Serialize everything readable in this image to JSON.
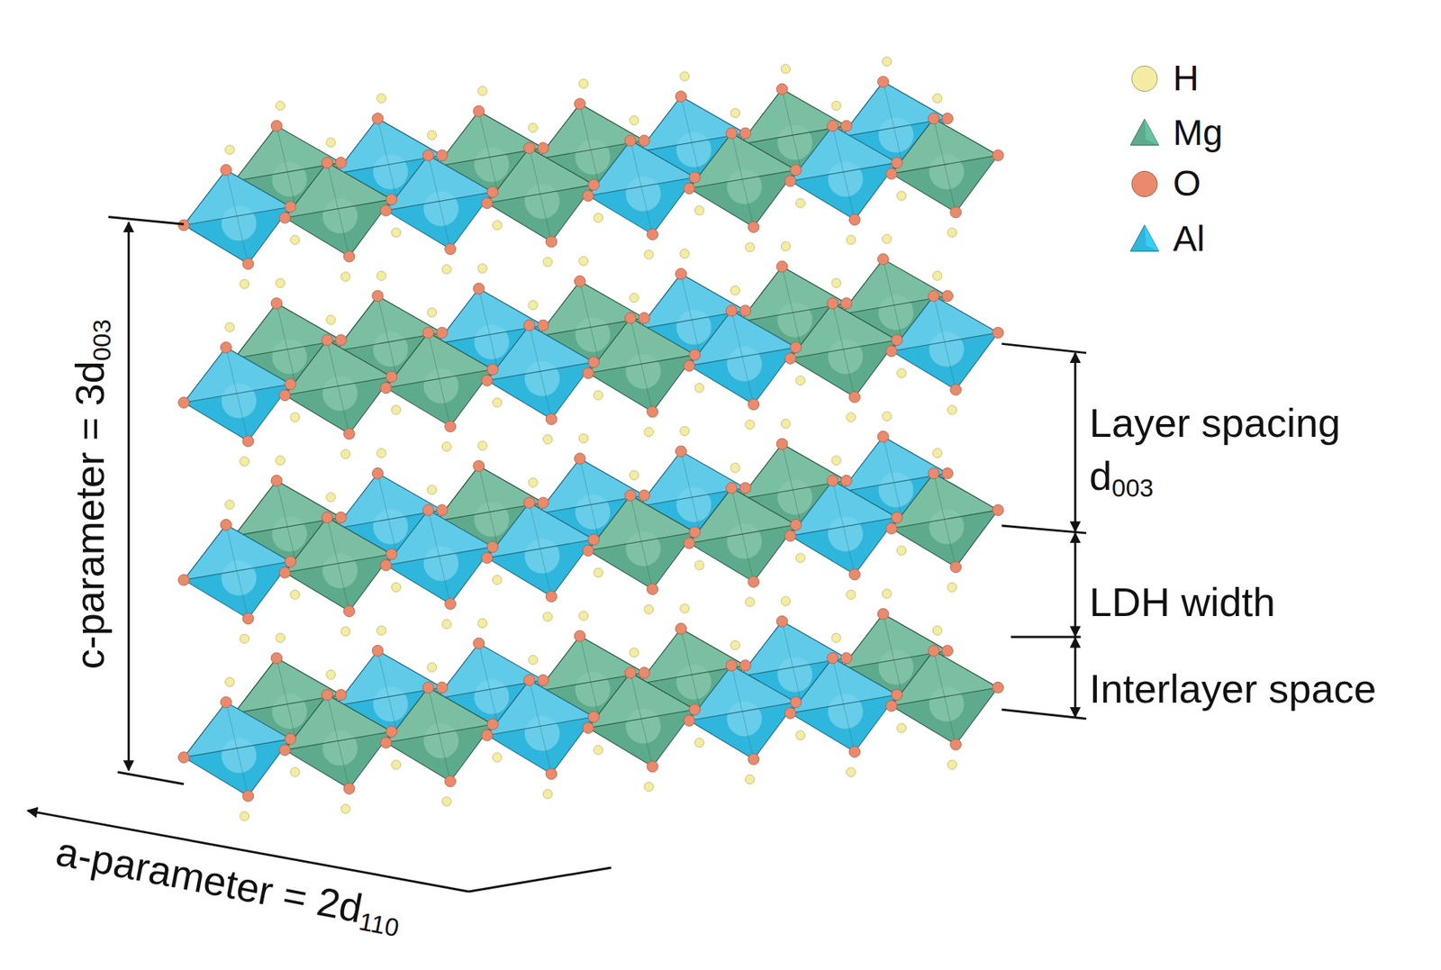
{
  "diagram": {
    "labels": [
      "c-parameter = 3d",
      "003",
      "Layer spacing",
      "d",
      "003",
      "LDH width",
      "Interlayer space",
      "a-parameter = 2d",
      "110"
    ],
    "legend": [
      {
        "text": "H",
        "color": "#f3eca2"
      },
      {
        "text": "Mg",
        "color": "#5dab8c"
      },
      {
        "text": "O",
        "color": "#e98a6d"
      },
      {
        "text": "Al",
        "color": "#2fb6dc"
      }
    ]
  }
}
